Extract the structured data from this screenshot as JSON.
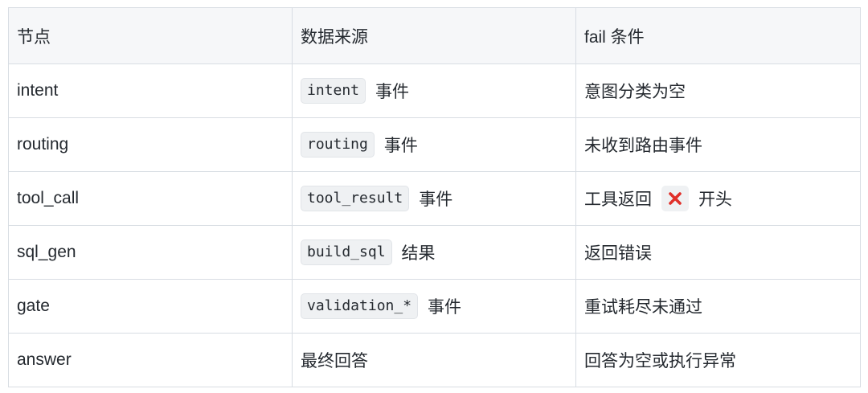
{
  "colors": {
    "header_bg": "#f6f7f9",
    "border": "#d8dde3",
    "code_bg": "#eff1f3",
    "cross": "#e0302a"
  },
  "table": {
    "headers": [
      "节点",
      "数据来源",
      "fail 条件"
    ],
    "rows": [
      {
        "node": "intent",
        "source_code": "intent",
        "source_text": "事件",
        "fail_pre": "意图分类为空",
        "fail_icon": "",
        "fail_post": ""
      },
      {
        "node": "routing",
        "source_code": "routing",
        "source_text": "事件",
        "fail_pre": "未收到路由事件",
        "fail_icon": "",
        "fail_post": ""
      },
      {
        "node": "tool_call",
        "source_code": "tool_result",
        "source_text": "事件",
        "fail_pre": "工具返回",
        "fail_icon": "cross-mark-icon",
        "fail_post": "开头"
      },
      {
        "node": "sql_gen",
        "source_code": "build_sql",
        "source_text": "结果",
        "fail_pre": "返回错误",
        "fail_icon": "",
        "fail_post": ""
      },
      {
        "node": "gate",
        "source_code": "validation_*",
        "source_text": "事件",
        "fail_pre": "重试耗尽未通过",
        "fail_icon": "",
        "fail_post": ""
      },
      {
        "node": "answer",
        "source_code": "",
        "source_text": "最终回答",
        "fail_pre": "回答为空或执行异常",
        "fail_icon": "",
        "fail_post": ""
      }
    ]
  }
}
